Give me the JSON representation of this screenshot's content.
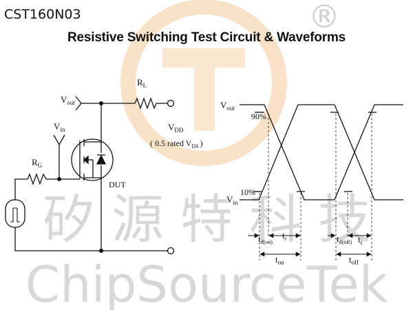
{
  "header": {
    "part_number": "CST160N03",
    "title": "Resistive Switching Test Circuit  &  Waveforms"
  },
  "watermark": {
    "chinese": "矽 源 特 科 技",
    "brand": "ChipSourceTek",
    "registered_mark": "®",
    "color": "#c8c8c8",
    "logo_color": "#f2c99a"
  },
  "circuit": {
    "vout": {
      "main": "V",
      "sub": "out"
    },
    "rl": {
      "main": "R",
      "sub": "L"
    },
    "vdd": {
      "main": "V",
      "sub": "DD"
    },
    "vdd_note_pre": "( 0.5 rated V",
    "vdd_note_sub": "DS",
    "vdd_note_post": ")",
    "vin": {
      "main": "V",
      "sub": "in"
    },
    "rg": {
      "main": "R",
      "sub": "G"
    },
    "dut": "DUT"
  },
  "waveform": {
    "vout": {
      "main": "V",
      "sub": "out"
    },
    "vin": {
      "main": "V",
      "sub": "in"
    },
    "pct90": "90%",
    "pct10": "10%",
    "td_on": {
      "main": "t",
      "sub": "d(on)"
    },
    "tr": {
      "main": "t",
      "sub": "r"
    },
    "ton": {
      "main": "t",
      "sub": "on"
    },
    "td_off": {
      "main": "t",
      "sub": "d(off)"
    },
    "tf": {
      "main": "t",
      "sub": "f"
    },
    "toff": {
      "main": "t",
      "sub": "off"
    }
  }
}
